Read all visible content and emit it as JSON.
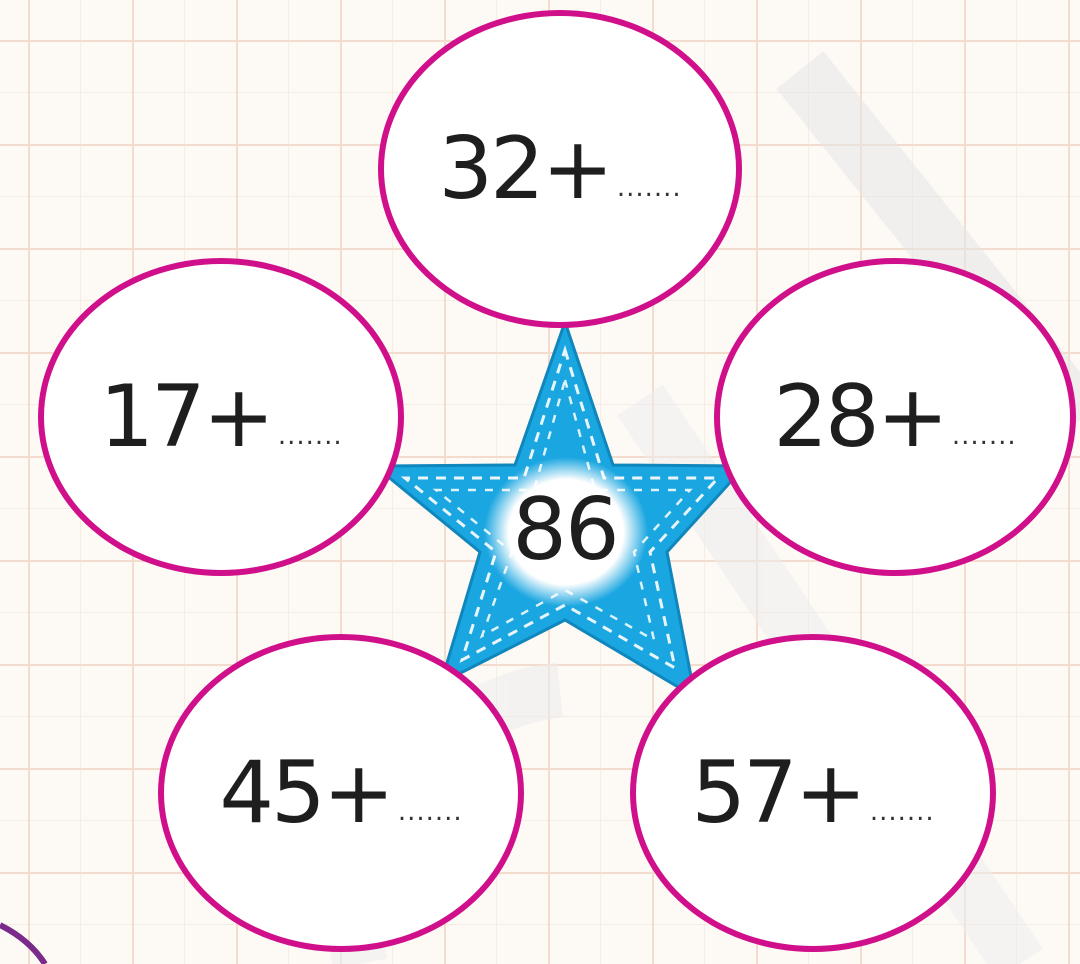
{
  "center_value": "86",
  "circles": [
    {
      "expression": "32+",
      "blank": "......."
    },
    {
      "expression": "17+",
      "blank": "......."
    },
    {
      "expression": "28+",
      "blank": "......."
    },
    {
      "expression": "45+",
      "blank": "......."
    },
    {
      "expression": "57+",
      "blank": "......."
    }
  ],
  "colors": {
    "circle_border": "#d0108a",
    "star_fill": "#1aa6e0",
    "grid_line": "#f3dccd"
  }
}
